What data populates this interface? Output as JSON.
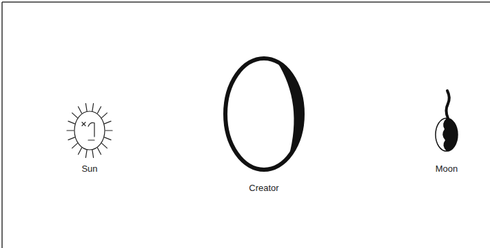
{
  "diagram": {
    "labels": [
      "Sun",
      "Creator",
      "Moon"
    ]
  }
}
